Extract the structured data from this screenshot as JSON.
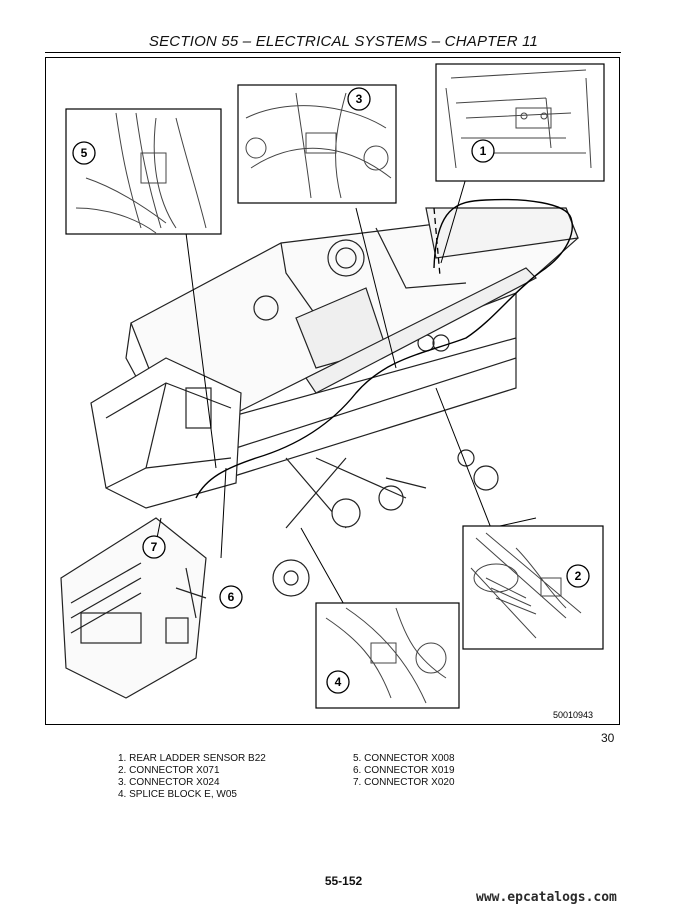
{
  "header": {
    "title": "SECTION 55 – ELECTRICAL SYSTEMS – CHAPTER 11"
  },
  "figure": {
    "image_id": "50010943",
    "number": "30",
    "callouts": [
      "1",
      "2",
      "3",
      "4",
      "5",
      "6",
      "7"
    ]
  },
  "legend": {
    "left": [
      "1. REAR LADDER SENSOR B22",
      "2. CONNECTOR X071",
      "3. CONNECTOR X024",
      "4. SPLICE BLOCK E, W05"
    ],
    "right": [
      "5. CONNECTOR X008",
      "6. CONNECTOR X019",
      "7. CONNECTOR X020"
    ]
  },
  "footer": {
    "page_number": "55-152",
    "watermark": "www.epcatalogs.com"
  }
}
